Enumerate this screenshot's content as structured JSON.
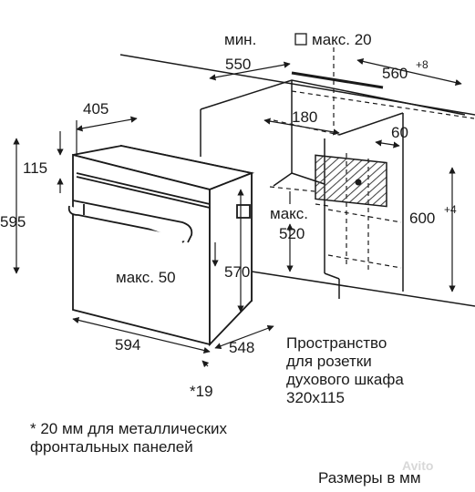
{
  "dimensions": {
    "min_label": "мин.",
    "max20_label": "макс. 20",
    "d550": "550",
    "d560": "560",
    "d560_sup": "+8",
    "d405": "405",
    "d180": "180",
    "d60": "60",
    "d115": "115",
    "d595": "595",
    "d600": "600",
    "d600_sup": "+4",
    "max_label_520": "макс.",
    "d520": "520",
    "max50": "макс. 50",
    "d570": "570",
    "d594": "594",
    "d548": "548",
    "star19": "*19"
  },
  "caption": {
    "lines": [
      "Пространство",
      "для розетки",
      "духового шкафа",
      "320x115"
    ]
  },
  "footnote": {
    "lines": [
      "* 20 мм для металлических",
      "фронтальных панелей"
    ]
  },
  "units_note": "Размеры в мм",
  "watermark": "Avito",
  "colors": {
    "line": "#1a1a1a",
    "hatch": "#444444"
  }
}
